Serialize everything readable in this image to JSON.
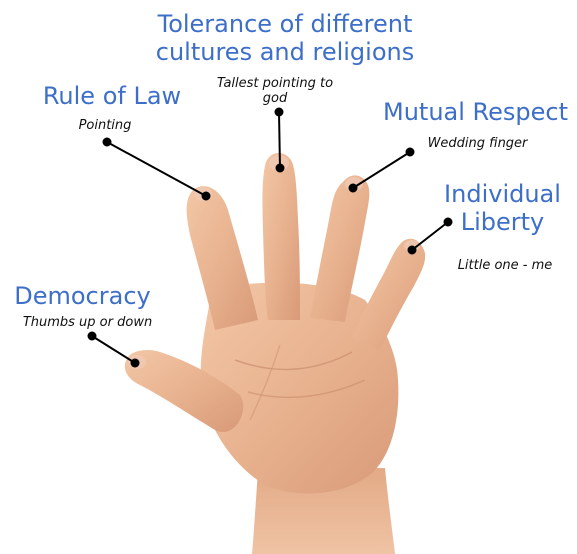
{
  "labels": {
    "tolerance": {
      "title_line1": "Tolerance of different",
      "title_line2": "cultures and religions",
      "desc_line1": "Tallest pointing to",
      "desc_line2": "god"
    },
    "rule_of_law": {
      "title": "Rule of Law",
      "desc": "Pointing"
    },
    "mutual_respect": {
      "title": "Mutual Respect",
      "desc": "Wedding finger"
    },
    "individual_liberty": {
      "title_line1": "Individual",
      "title_line2": "Liberty",
      "desc": "Little one - me"
    },
    "democracy": {
      "title": "Democracy",
      "desc": "Thumbs up or down"
    }
  },
  "colors": {
    "title": "#3d6fc9",
    "description": "#111111",
    "skin": "#e8b592",
    "leader_line": "#000000"
  }
}
